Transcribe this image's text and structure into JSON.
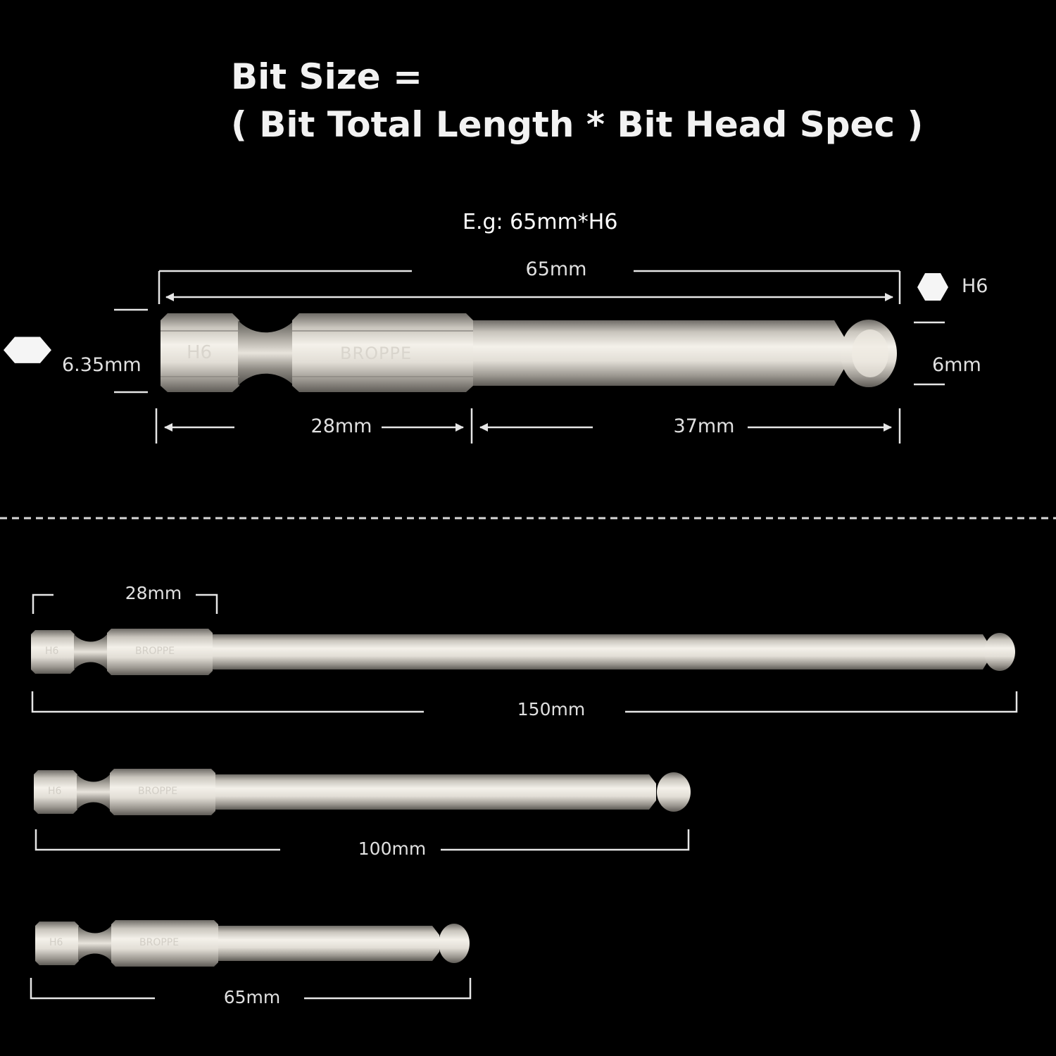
{
  "formula": {
    "line1": "Bit Size =",
    "line2": "( Bit Total Length *  Bit Head Spec )"
  },
  "example": {
    "label": "E.g: 65mm*H6",
    "total_length": "65mm",
    "head_spec": "H6",
    "shank_size": "6.35mm",
    "tip_size": "6mm",
    "shank_length": "28mm",
    "shaft_length": "37mm",
    "bit_head_marking": "H6",
    "brand_marking": "BROPPE"
  },
  "variants": [
    {
      "length": "150mm",
      "shank_length": "28mm",
      "head_marking": "H6",
      "brand": "BROPPE"
    },
    {
      "length": "100mm",
      "head_marking": "H6",
      "brand": "BROPPE"
    },
    {
      "length": "65mm",
      "head_marking": "H6",
      "brand": "BROPPE"
    }
  ],
  "colors": {
    "background": "#000000",
    "text": "#e6e6e6",
    "metal_light": "#f2efe8",
    "metal_dark": "#7d7a74"
  }
}
